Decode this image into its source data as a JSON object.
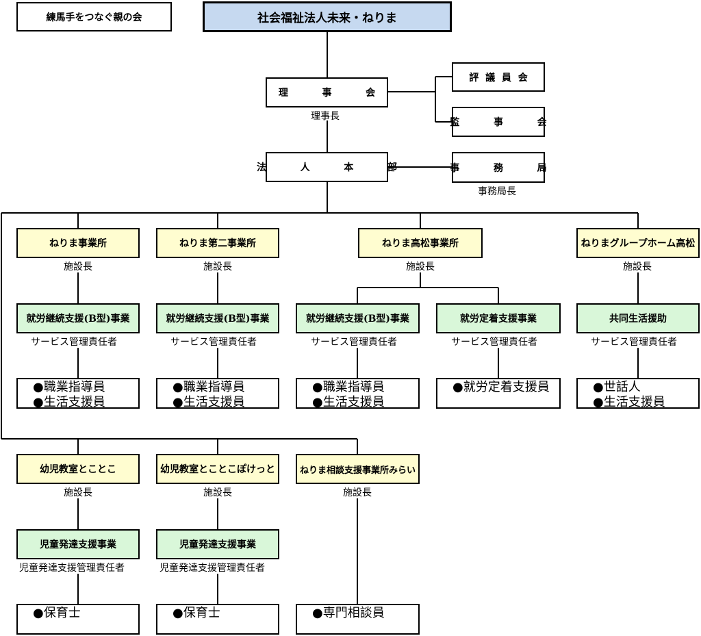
{
  "association": "練馬手をつなぐ親の会",
  "corporation": "社会福祉法人未来・ねりま",
  "board": {
    "label": "理 事 会",
    "caption": "理事長"
  },
  "councillors": "評議員会",
  "auditors": "監 事 会",
  "headquarters": "法 人 本 部",
  "secretariat": {
    "label": "事 務 局",
    "caption": "事務局長"
  },
  "facility_head": "施設長",
  "service_manager": "サービス管理責任者",
  "child_service_manager": "児童発達支援管理責任者",
  "facilities": {
    "nerima": {
      "name": "ねりま事業所",
      "service": "就労継続支援(B型)事業",
      "staff": [
        "●職業指導員",
        "●生活支援員"
      ]
    },
    "nerima2": {
      "name": "ねりま第二事業所",
      "service": "就労継続支援(B型)事業",
      "staff": [
        "●職業指導員",
        "●生活支援員"
      ]
    },
    "takamatsu": {
      "name": "ねりま高松事業所",
      "service_a": "就労継続支援(B型)事業",
      "staff_a": [
        "●職業指導員",
        "●生活支援員"
      ],
      "service_b": "就労定着支援事業",
      "staff_b": [
        "●就労定着支援員"
      ]
    },
    "grouphome": {
      "name": "ねりまグループホーム高松",
      "service": "共同生活援助",
      "staff": [
        "●世話人",
        "●生活支援員"
      ]
    },
    "kotokoto": {
      "name": "幼児教室とことこ",
      "service": "児童発達支援事業",
      "staff": [
        "●保育士"
      ]
    },
    "pocket": {
      "name": "幼児教室とことこぽけっと",
      "service": "児童発達支援事業",
      "staff": [
        "●保育士"
      ]
    },
    "mirai": {
      "name": "ねりま相談支援事業所みらい",
      "staff": [
        "●専門相談員"
      ]
    }
  }
}
